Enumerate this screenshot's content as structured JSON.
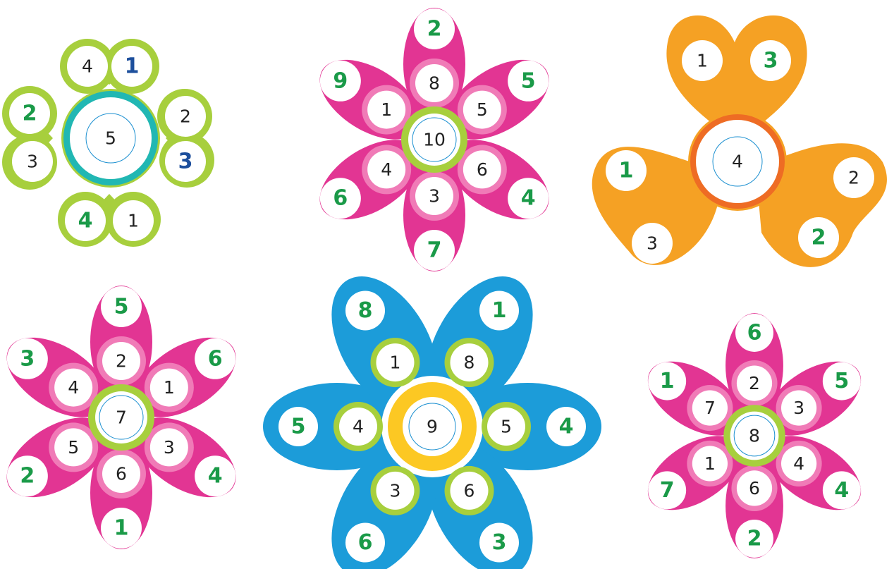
{
  "colors": {
    "answer_green": "#1a9a48",
    "answer_blue": "#1d4f9c",
    "lime": "#a7cf3d",
    "teal": "#21b7b3",
    "pink": "#e23593",
    "pink_light": "#f07bb7",
    "orange": "#f5a124",
    "orange_dark": "#ee6c24",
    "blue": "#1c9cd9",
    "yellow": "#fcc823",
    "thin_ring": "#1a8fd0",
    "ink": "#222222"
  },
  "flowers": [
    {
      "id": "flower-1",
      "style": "paired-petals",
      "petal_color": "lime",
      "ring_color": "teal",
      "center": "5",
      "pairs": [
        {
          "left": "4",
          "right": "1",
          "left_role": "given",
          "right_role": "answer-blue"
        },
        {
          "left": "2",
          "right": "3",
          "left_role": "given",
          "right_role": "answer-blue"
        },
        {
          "left": "4",
          "right": "1",
          "left_role": "answer",
          "right_role": "given"
        },
        {
          "left": "2",
          "right": "3",
          "left_role": "answer",
          "right_role": "given"
        }
      ]
    },
    {
      "id": "flower-2",
      "style": "six-petal",
      "petal_color": "pink",
      "center": "10",
      "petals": [
        {
          "inner": "8",
          "outer": "2"
        },
        {
          "inner": "5",
          "outer": "5"
        },
        {
          "inner": "6",
          "outer": "4"
        },
        {
          "inner": "3",
          "outer": "7"
        },
        {
          "inner": "4",
          "outer": "6"
        },
        {
          "inner": "1",
          "outer": "9"
        }
      ]
    },
    {
      "id": "flower-3",
      "style": "three-heart",
      "petal_color": "orange",
      "ring_color": "orange_dark",
      "center": "4",
      "pairs": [
        {
          "a": "1",
          "b": "3",
          "a_role": "given",
          "b_role": "answer"
        },
        {
          "a": "2",
          "b": "2",
          "a_role": "given",
          "b_role": "answer"
        },
        {
          "a": "1",
          "b": "3",
          "a_role": "answer",
          "b_role": "given"
        }
      ]
    },
    {
      "id": "flower-4",
      "style": "six-petal",
      "petal_color": "pink",
      "center": "7",
      "petals": [
        {
          "inner": "2",
          "outer": "5"
        },
        {
          "inner": "1",
          "outer": "6"
        },
        {
          "inner": "3",
          "outer": "4"
        },
        {
          "inner": "6",
          "outer": "1"
        },
        {
          "inner": "5",
          "outer": "2"
        },
        {
          "inner": "4",
          "outer": "3"
        }
      ]
    },
    {
      "id": "flower-5",
      "style": "blue-petal",
      "petal_color": "blue",
      "center": "9",
      "petals": [
        {
          "inner": "8",
          "outer": "1"
        },
        {
          "inner": "5",
          "outer": "4"
        },
        {
          "inner": "6",
          "outer": "3"
        },
        {
          "inner": "3",
          "outer": "6"
        },
        {
          "inner": "4",
          "outer": "5"
        },
        {
          "inner": "1",
          "outer": "8"
        }
      ]
    },
    {
      "id": "flower-6",
      "style": "six-petal",
      "petal_color": "pink",
      "center": "8",
      "petals": [
        {
          "inner": "2",
          "outer": "6"
        },
        {
          "inner": "3",
          "outer": "5"
        },
        {
          "inner": "4",
          "outer": "4"
        },
        {
          "inner": "6",
          "outer": "2"
        },
        {
          "inner": "1",
          "outer": "7"
        },
        {
          "inner": "7",
          "outer": "1"
        }
      ]
    }
  ]
}
